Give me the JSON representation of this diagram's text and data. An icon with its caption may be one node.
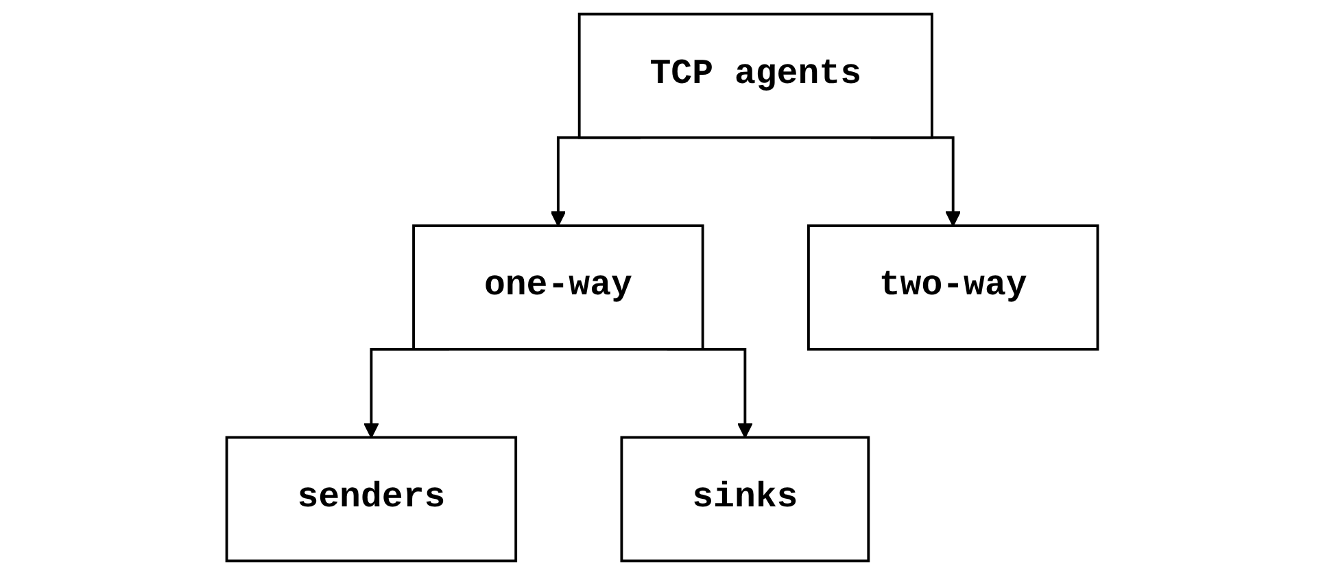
{
  "diagram": {
    "nodes": [
      {
        "text": [
          "TCP agents"
        ]
      },
      {
        "text": [
          "one-way"
        ]
      },
      {
        "text": [
          "two-way"
        ]
      },
      {
        "text": [
          "senders"
        ]
      },
      {
        "text": [
          "sinks"
        ]
      }
    ],
    "edges": [
      {
        "from": 0,
        "to": 1,
        "arrow": "to"
      },
      {
        "from": 0,
        "to": 2,
        "arrow": "to"
      },
      {
        "from": 1,
        "to": 3,
        "arrow": "to"
      },
      {
        "from": 1,
        "to": 4,
        "arrow": "to"
      }
    ]
  }
}
